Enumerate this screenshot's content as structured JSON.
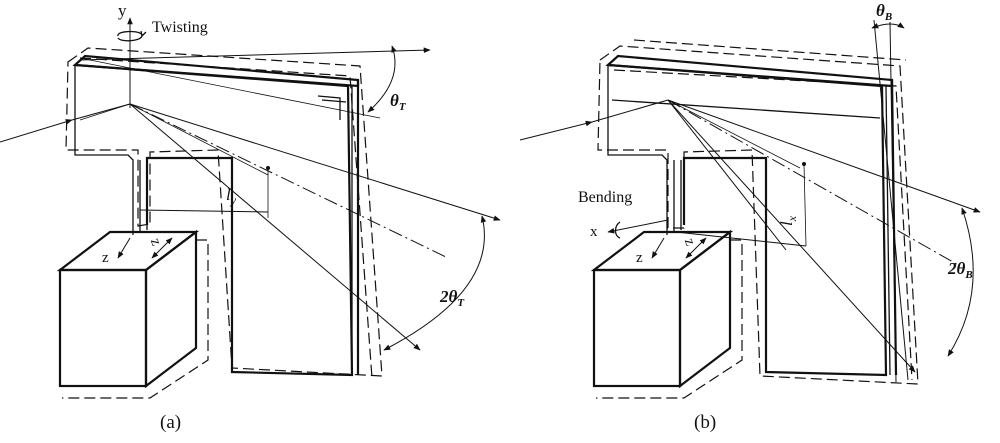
{
  "panel_a": {
    "caption": "(a)",
    "label_twisting": "Twisting",
    "axis_y": "y",
    "axis_z": "z",
    "axis_z_rotated": "z",
    "label_l": "l",
    "label_l_sub": "y",
    "label_theta": "θ",
    "label_theta_sub": "T",
    "label_2theta": "2θ",
    "label_2theta_sub": "T"
  },
  "panel_b": {
    "caption": "(b)",
    "label_bending": "Bending",
    "axis_x": "x",
    "axis_z": "z",
    "axis_z_rotated": "z",
    "label_l": "l",
    "label_l_sub": "x",
    "label_theta": "θ",
    "label_theta_sub": "B",
    "label_2theta": "2θ",
    "label_2theta_sub": "B"
  }
}
